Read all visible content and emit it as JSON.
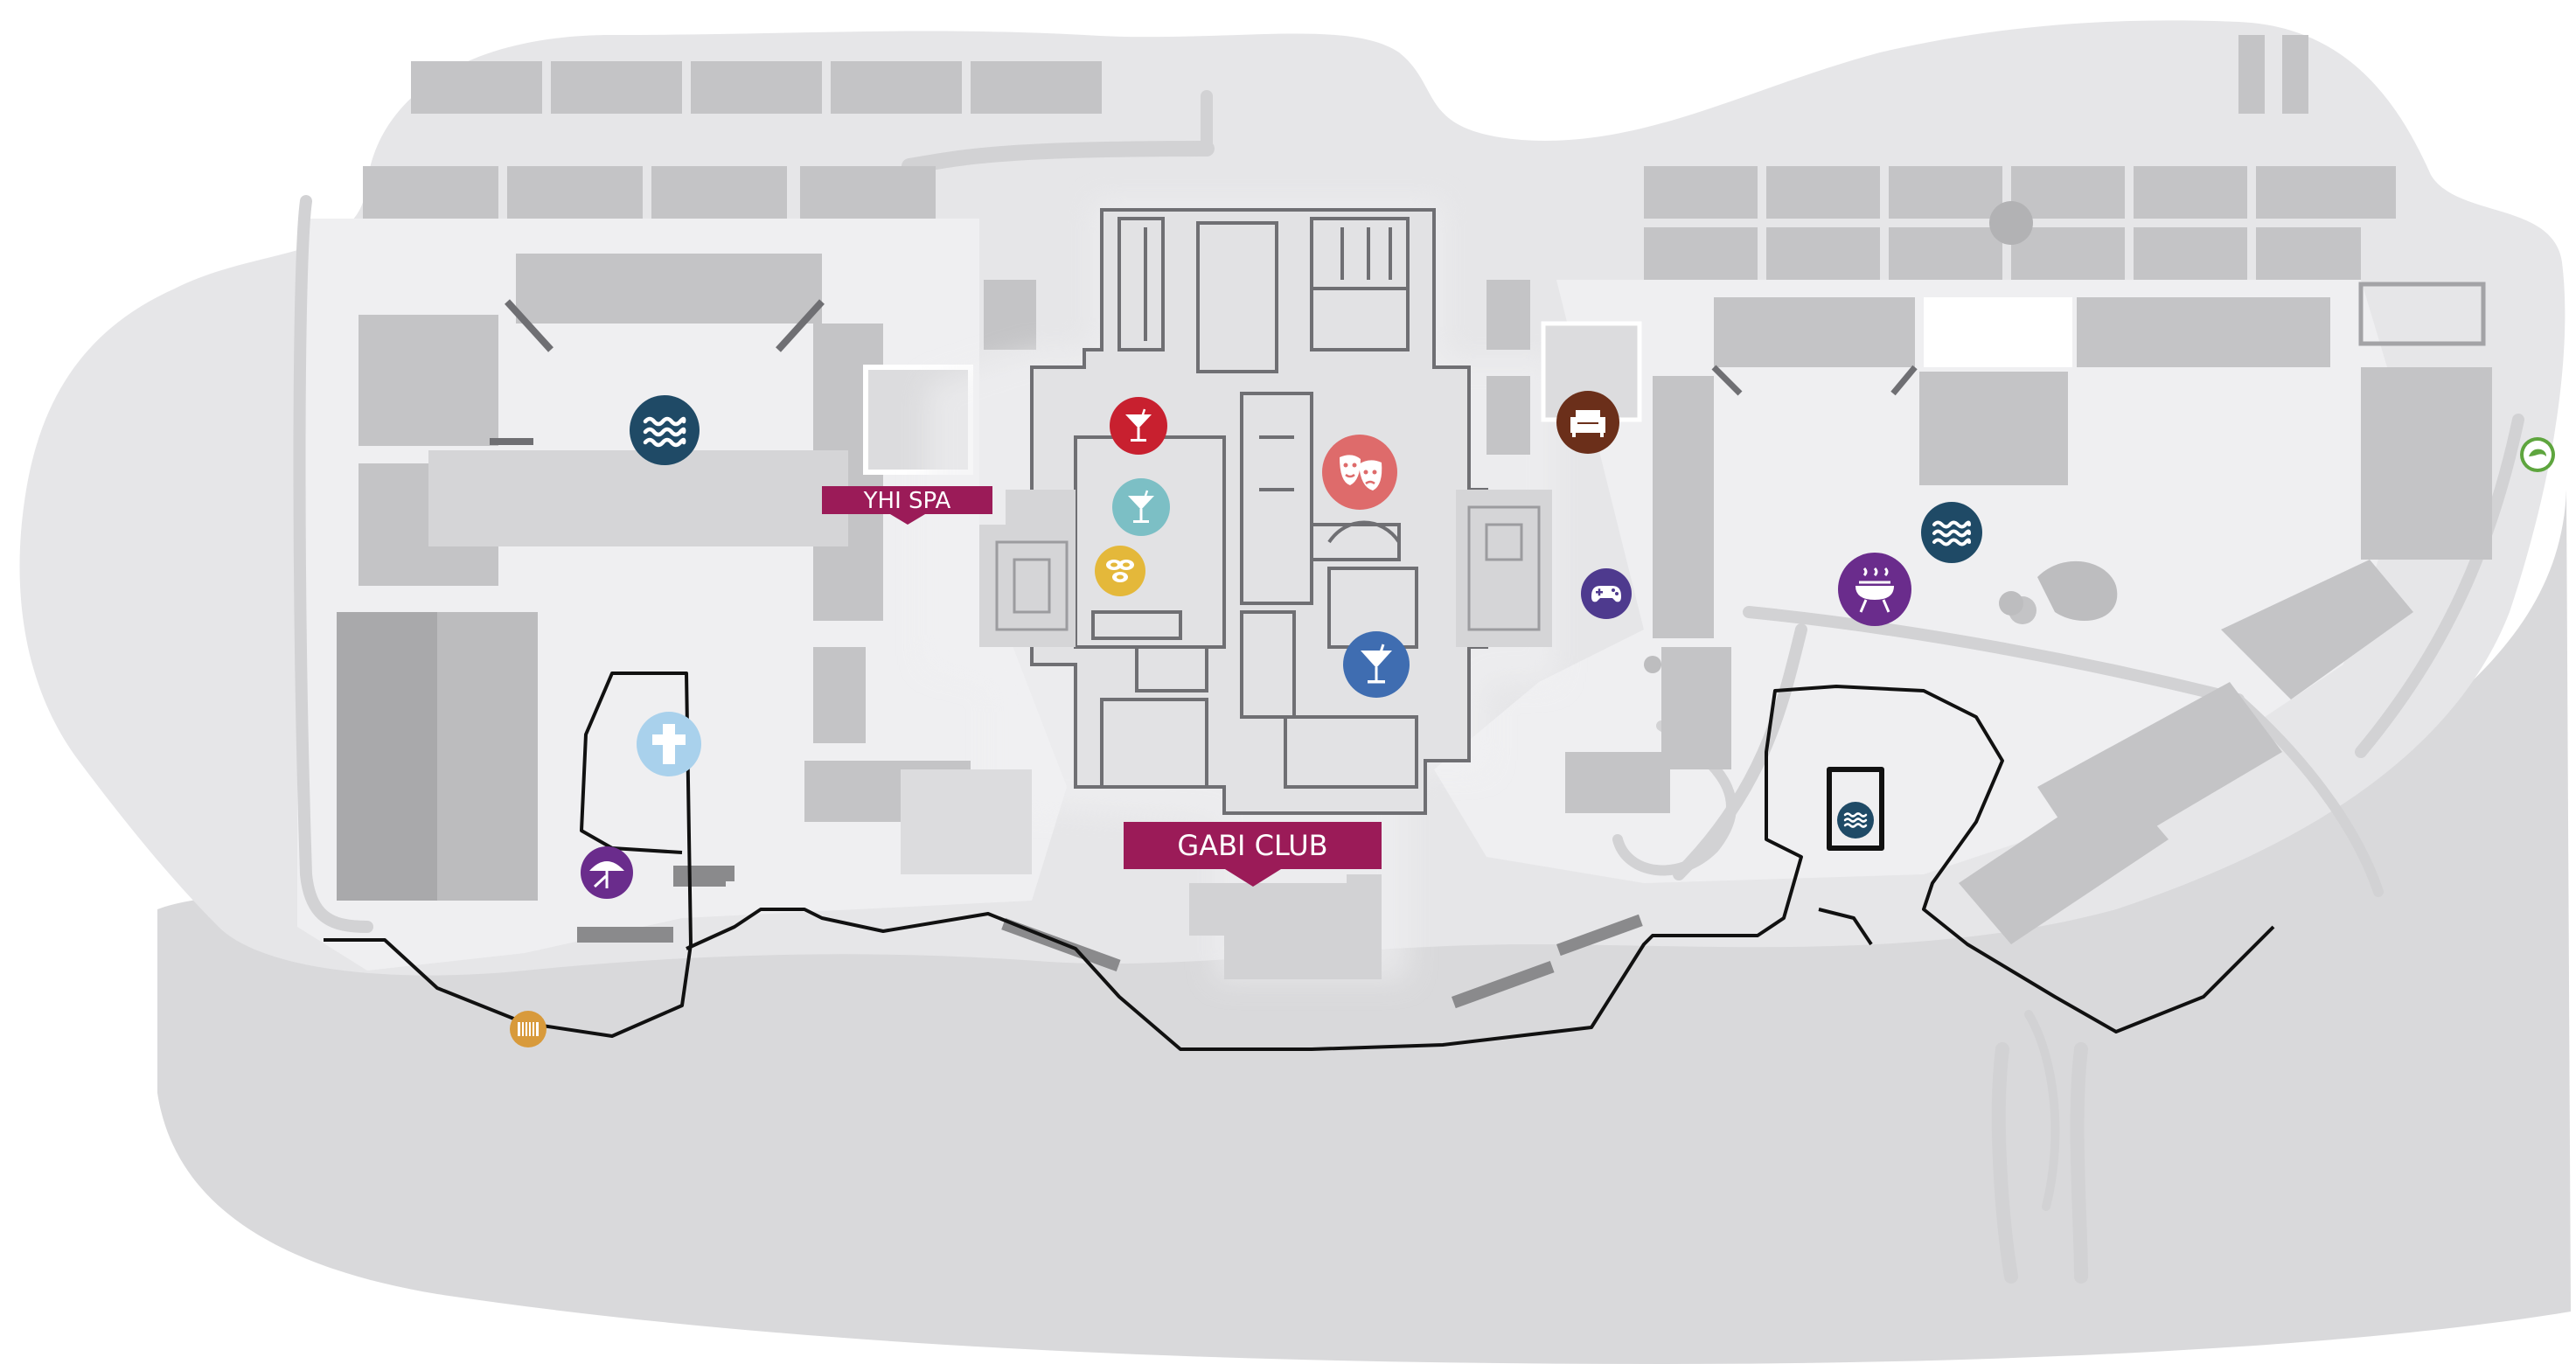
{
  "map": {
    "labels": {
      "yhi_spa": "YHI SPA",
      "gabi_club": "GABI CLUB"
    }
  },
  "colors": {
    "background": "#ffffff",
    "land": "#e6e6e8",
    "land_light": "#efeff1",
    "water": "#d9d9db",
    "building": "#c4c4c6",
    "building_dark": "#a9a9ab",
    "building_outline": "#6f6f73",
    "path_line": "#111111",
    "label_bg": "#9b1b58",
    "pool_icon": "#1f4a66",
    "bar_red": "#c8202f",
    "bar_teal": "#7cbfc5",
    "bar_blue": "#3f6db1",
    "sushi_yellow": "#e4b83a",
    "theater_pink": "#de6b6b",
    "lounge_brown": "#6b2f1a",
    "game_purple": "#4e3a8e",
    "purple": "#6a2c8c",
    "chapel_lightblue": "#a9d1ec",
    "orange": "#d89a3b",
    "green_ring": "#5ea53e"
  },
  "pois": [
    {
      "id": "pool-west",
      "icon": "pool-waves-icon",
      "color": "#1f4a66"
    },
    {
      "id": "bar-red",
      "icon": "cocktail-icon",
      "color": "#c8202f"
    },
    {
      "id": "bar-teal",
      "icon": "cocktail-icon",
      "color": "#7cbfc5"
    },
    {
      "id": "sushi",
      "icon": "sushi-icon",
      "color": "#e4b83a"
    },
    {
      "id": "theater",
      "icon": "theater-masks-icon",
      "color": "#de6b6b"
    },
    {
      "id": "bar-blue",
      "icon": "cocktail-icon",
      "color": "#3f6db1"
    },
    {
      "id": "lounge",
      "icon": "sofa-icon",
      "color": "#6b2f1a"
    },
    {
      "id": "games",
      "icon": "gamepad-icon",
      "color": "#4e3a8e"
    },
    {
      "id": "pool-east",
      "icon": "pool-waves-icon",
      "color": "#1f4a66"
    },
    {
      "id": "bbq",
      "icon": "grill-icon",
      "color": "#6a2c8c"
    },
    {
      "id": "pool-square",
      "icon": "pool-waves-icon",
      "color": "#1f4a66"
    },
    {
      "id": "chapel",
      "icon": "cross-icon",
      "color": "#a9d1ec"
    },
    {
      "id": "beach-umbrella",
      "icon": "umbrella-icon",
      "color": "#6a2c8c"
    },
    {
      "id": "beach-bench",
      "icon": "bench-icon",
      "color": "#d89a3b"
    },
    {
      "id": "green-marker",
      "icon": "ring-marker-icon",
      "color": "#5ea53e"
    }
  ]
}
